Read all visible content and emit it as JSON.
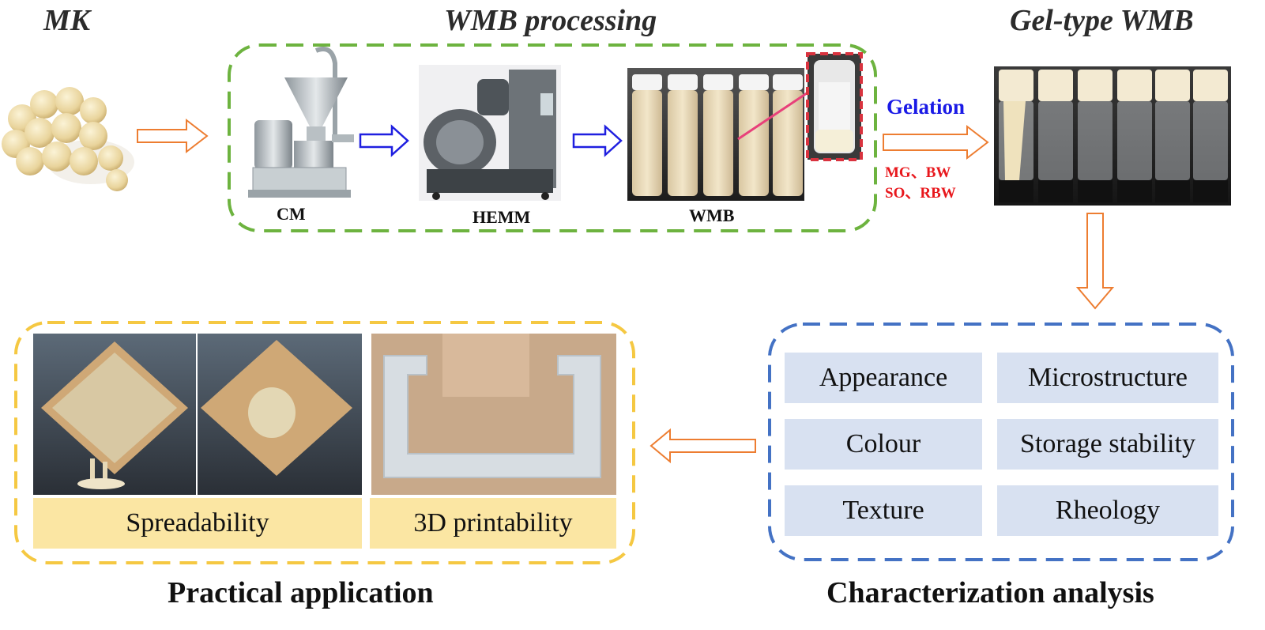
{
  "titles": {
    "mk": "MK",
    "processing": "WMB processing",
    "gel": "Gel-type WMB",
    "practical": "Practical application",
    "characterization": "Characterization analysis"
  },
  "equipment": {
    "cm": "CM",
    "hemm": "HEMM",
    "wmb": "WMB"
  },
  "gelation": {
    "label": "Gelation",
    "agents_line1": "MG、BW",
    "agents_line2": "SO、RBW"
  },
  "characterization_items": [
    "Appearance",
    "Microstructure",
    "Colour",
    "Storage stability",
    "Texture",
    "Rheology"
  ],
  "applications": [
    "Spreadability",
    "3D printability"
  ],
  "colors": {
    "process_box": "#6db33f",
    "char_box": "#4472c4",
    "app_box": "#f5c842",
    "orange_arrow": "#ed7d31",
    "blue_arrow": "#1f1fe0",
    "highlight": "#d9333f"
  }
}
